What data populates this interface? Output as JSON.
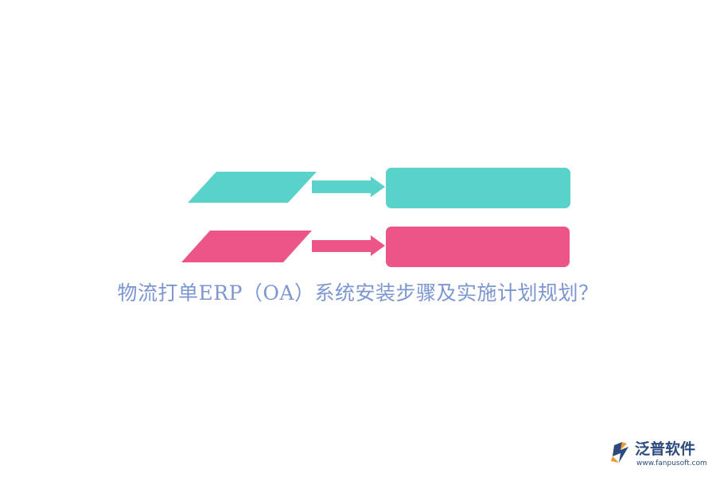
{
  "headline": "物流打单ERP（OA）系统安装步骤及实施计划规划？",
  "logo": {
    "name": "泛普软件",
    "url": "www.fanpusoft.com"
  },
  "colors": {
    "teal": "#59d3c9",
    "pink": "#ec5588",
    "headline": "#7b96d1",
    "logo_blue": "#2c4a7c",
    "logo_orange": "#f29a2e"
  },
  "icons": {
    "logo_mark": "fanpu-logo-icon"
  }
}
